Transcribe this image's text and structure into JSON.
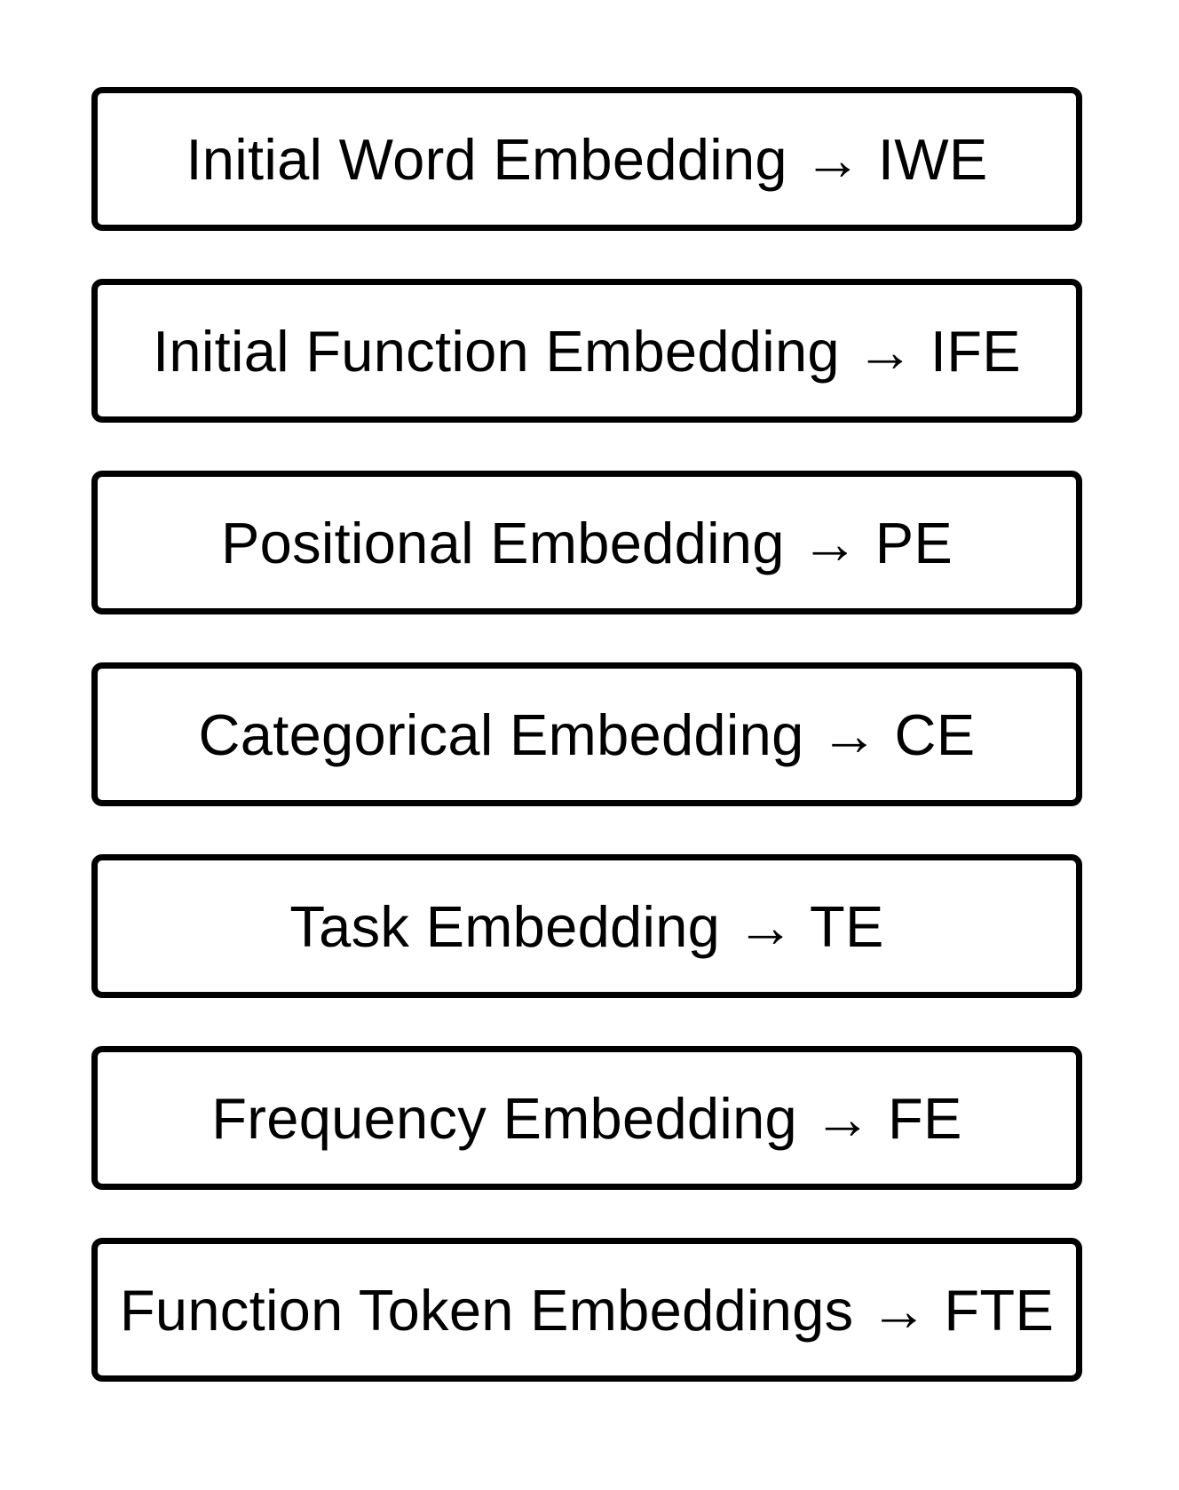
{
  "boxes": [
    {
      "label": "Initial Word Embedding → IWE"
    },
    {
      "label": "Initial Function Embedding → IFE"
    },
    {
      "label": "Positional Embedding → PE"
    },
    {
      "label": "Categorical Embedding → CE"
    },
    {
      "label": "Task Embedding → TE"
    },
    {
      "label": "Frequency Embedding → FE"
    },
    {
      "label": "Function Token Embeddings → FTE"
    }
  ],
  "colors": {
    "border": "#000000",
    "text": "#000000",
    "background": "#ffffff"
  }
}
